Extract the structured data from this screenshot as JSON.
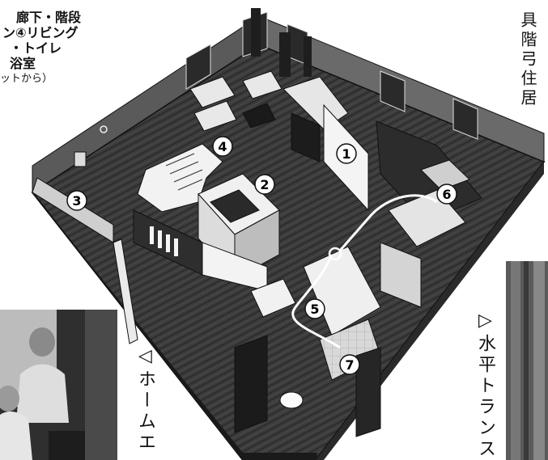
{
  "legend": {
    "line1": "廊下・階段",
    "line2": "ン④リビング",
    "line3": "・トイレ",
    "line4": "浴室",
    "line5": "ットから）"
  },
  "right_top_text": "具階弓住居",
  "vertical_mid_text": "◁ホームエ",
  "vertical_right_text": "▷水平トランス",
  "room_labels": [
    "1",
    "2",
    "3",
    "4",
    "5",
    "6",
    "7"
  ]
}
